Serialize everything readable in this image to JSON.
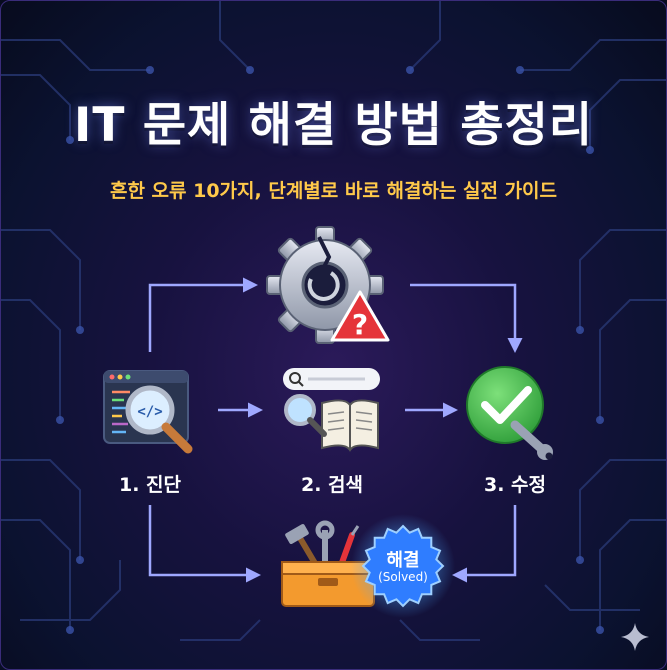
{
  "title": "IT 문제 해결 방법 총정리",
  "subtitle": "흔한 오류 10가지, 단계별로 바로 해결하는 실전 가이드",
  "steps": [
    {
      "label": "1. 진단",
      "icon": "code-magnifier-icon"
    },
    {
      "label": "2. 검색",
      "icon": "search-book-icon"
    },
    {
      "label": "3. 수정",
      "icon": "check-wrench-icon"
    }
  ],
  "problem_icon": "broken-gear-warning-icon",
  "result": {
    "label": "해결",
    "sublabel": "(Solved)",
    "icon": "toolbox-icon"
  },
  "colors": {
    "title": "#ffffff",
    "subtitle": "#ffc94a",
    "arrow": "#9fa8ff",
    "check_green": "#3fbf4a",
    "warning_red": "#e5343a",
    "toolbox_orange": "#f39a2e",
    "badge_blue": "#2f7dff"
  }
}
